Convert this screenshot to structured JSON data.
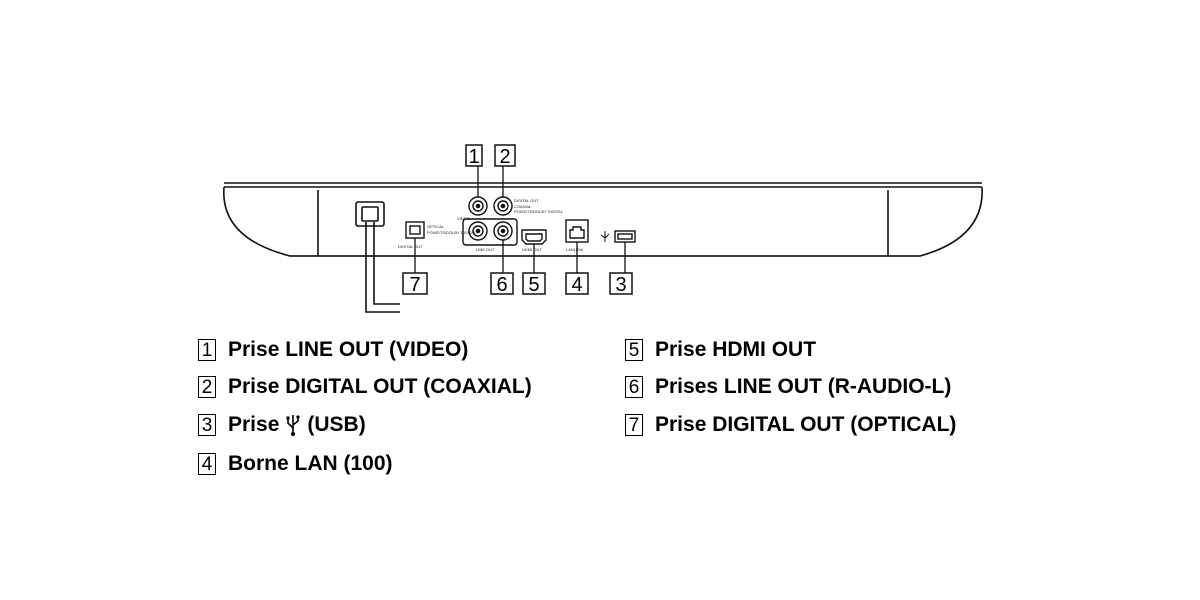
{
  "callouts": {
    "c1": "1",
    "c2": "2",
    "c3": "3",
    "c4": "4",
    "c5": "5",
    "c6": "6",
    "c7": "7"
  },
  "panel_labels": {
    "video": "VIDEO",
    "digital_out": "DIGITAL OUT",
    "coaxial": "COAXIAL",
    "pcm": "PCM/DTS/DOLBY DIGITAL",
    "optical": "OPTICAL",
    "optical_out": "DIGITAL OUT",
    "line_out": "LINE OUT",
    "hdmi_out": "HDMI OUT",
    "lan": "LAN(100)"
  },
  "legend": {
    "items": [
      {
        "num": "1",
        "text": "Prise LINE OUT (VIDEO)"
      },
      {
        "num": "2",
        "text": "Prise DIGITAL OUT (COAXIAL)"
      },
      {
        "num": "3",
        "text_before": "Prise",
        "text_after": "(USB)"
      },
      {
        "num": "4",
        "text": "Borne LAN (100)"
      },
      {
        "num": "5",
        "text": "Prise HDMI OUT"
      },
      {
        "num": "6",
        "text": "Prises LINE OUT (R-AUDIO-L)"
      },
      {
        "num": "7",
        "text": "Prise DIGITAL OUT (OPTICAL)"
      }
    ]
  },
  "icons": {
    "usb": "usb-icon"
  }
}
